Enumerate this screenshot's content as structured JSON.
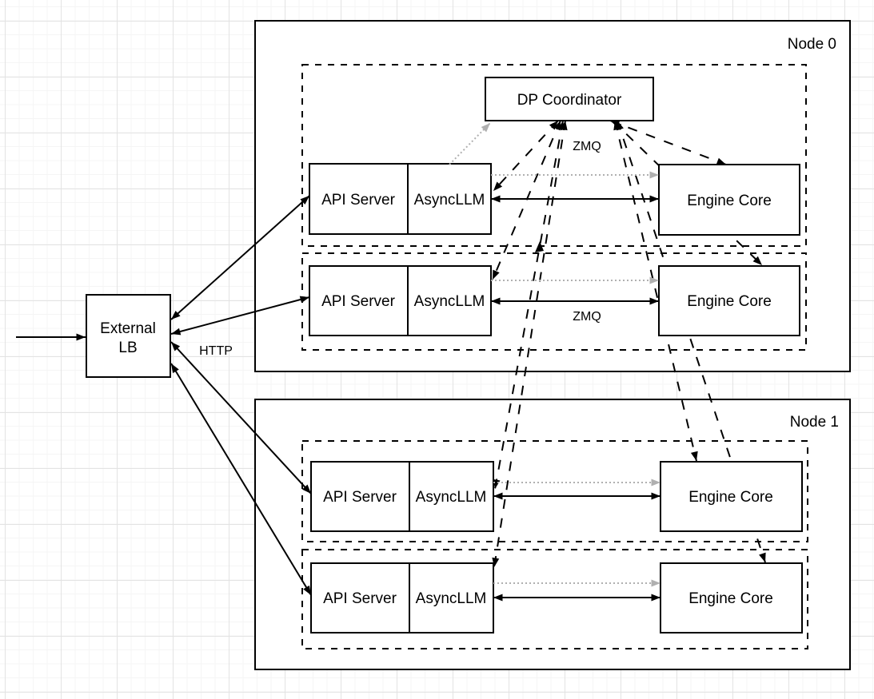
{
  "canvas": {
    "background": "#ffffff",
    "grid_minor_color": "#f5f5f5",
    "grid_major_color": "#e3e3e3"
  },
  "colors": {
    "line": "#000000",
    "box_fill": "#ffffff",
    "muted_arrow": "#b0b0b0"
  },
  "external_lb": {
    "line1": "External",
    "line2": "LB"
  },
  "edge_labels": {
    "http": "HTTP",
    "zmq_coordinator": "ZMQ",
    "zmq_row": "ZMQ"
  },
  "coordinator": {
    "label": "DP Coordinator"
  },
  "nodes": [
    {
      "title": "Node 0",
      "rows": [
        {
          "api_server": "API Server",
          "async_llm": "AsyncLLM",
          "engine_core": "Engine Core"
        },
        {
          "api_server": "API Server",
          "async_llm": "AsyncLLM",
          "engine_core": "Engine Core"
        }
      ]
    },
    {
      "title": "Node 1",
      "rows": [
        {
          "api_server": "API Server",
          "async_llm": "AsyncLLM",
          "engine_core": "Engine Core"
        },
        {
          "api_server": "API Server",
          "async_llm": "AsyncLLM",
          "engine_core": "Engine Core"
        }
      ]
    }
  ]
}
